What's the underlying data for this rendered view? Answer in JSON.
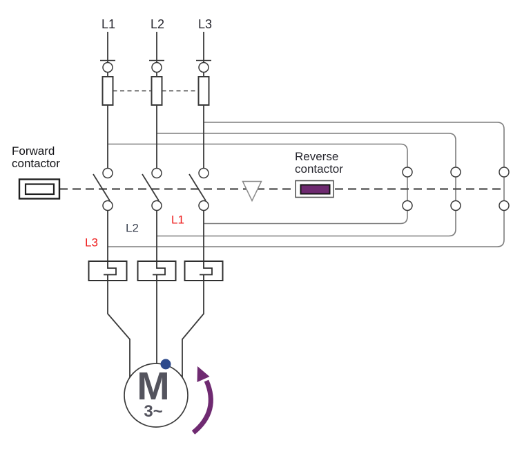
{
  "diagram_labels": {
    "phases_top": [
      "L1",
      "L2",
      "L3"
    ],
    "forward_contactor": {
      "line1": "Forward",
      "line2": "contactor"
    },
    "reverse_contactor": {
      "line1": "Reverse",
      "line2": "contactor"
    },
    "swapped_phases": {
      "col1": "L3",
      "col2": "L2",
      "col3": "L1"
    },
    "motor": {
      "letter": "M",
      "type": "3~"
    }
  },
  "colors": {
    "wire": "#3a3a3a",
    "loop": "#7d7d7d",
    "dash": "#4a4a4a",
    "red": "#ee1d1d",
    "slate": "#3f4654",
    "purple": "#6e2a70",
    "arrow": "#6f2a71",
    "dot-blue": "#2d4a8c",
    "motor-text": "#54545e",
    "label-dark": "#26262e",
    "label-black": "#121216"
  }
}
